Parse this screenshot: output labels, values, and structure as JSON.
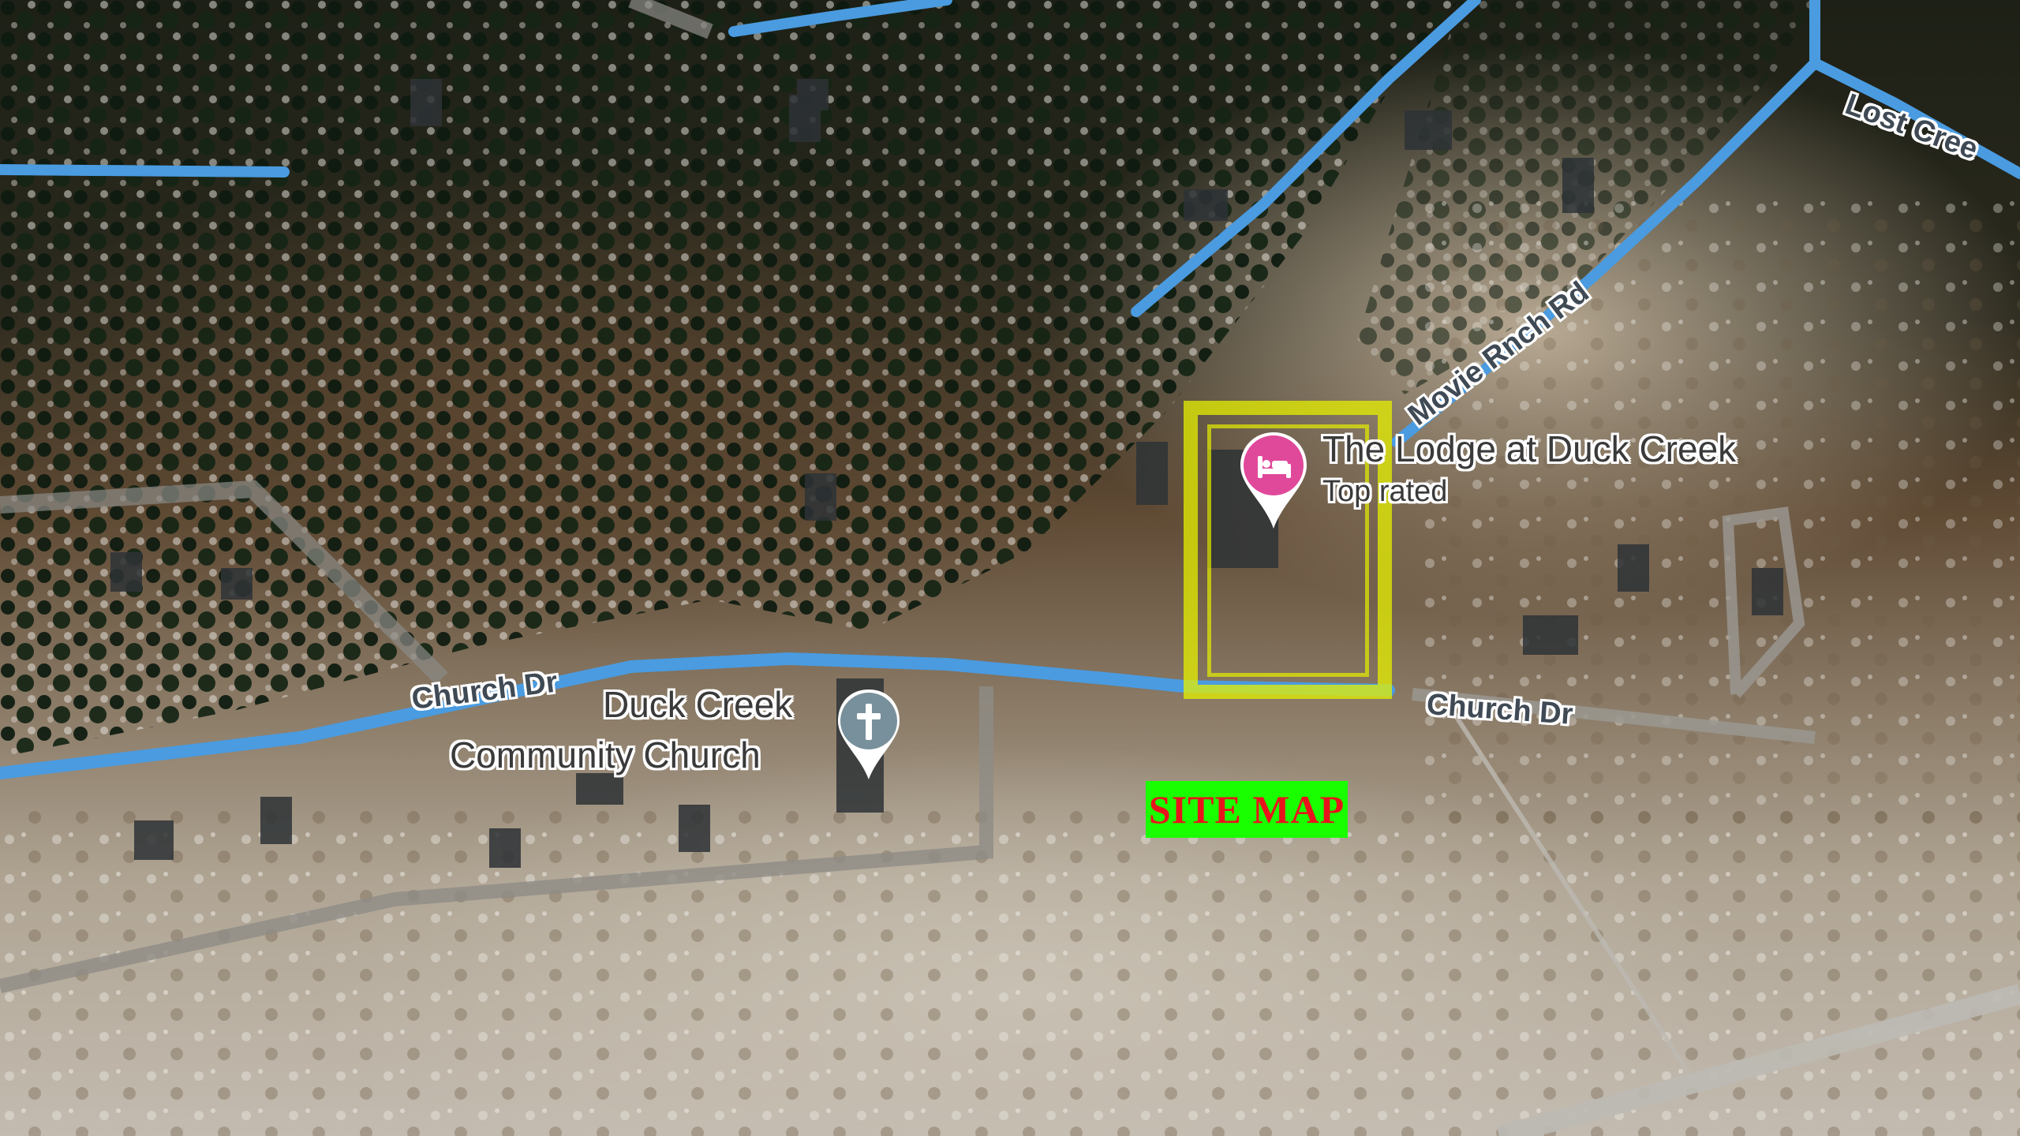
{
  "map": {
    "view": "satellite",
    "colors": {
      "road_highlight": "#4a9be0",
      "hotel_pin": "#e0489a",
      "church_pin": "#78909c",
      "highlight_box": "#e6f000",
      "site_map_badge_bg": "#19ff00",
      "site_map_badge_text": "#e8141c"
    }
  },
  "roads": {
    "church_dr_west": "Church Dr",
    "church_dr_east": "Church Dr",
    "movie_rnch_rd": "Movie Rnch Rd",
    "lost_creek": "Lost Cree"
  },
  "places": {
    "lodge": {
      "name": "The Lodge at Duck Creek",
      "sub": "Top rated",
      "icon": "bed-icon"
    },
    "church": {
      "name_line1": "Duck Creek",
      "name_line2": "Community Church",
      "icon": "cross-icon"
    }
  },
  "overlay": {
    "site_map_label": "SITE MAP"
  }
}
